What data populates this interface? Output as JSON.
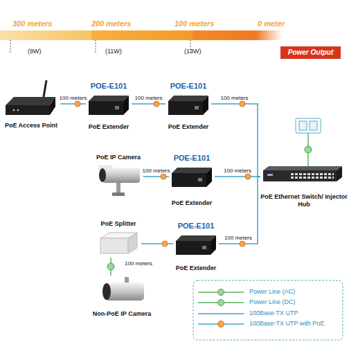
{
  "diagram": {
    "nodes": [
      {
        "text": [
          "Power Output"
        ]
      },
      {
        "text": [
          "PoE Access Point"
        ]
      },
      {
        "text": [
          "POE-E101",
          "PoE Extender"
        ]
      },
      {
        "text": [
          "POE-E101",
          "PoE Extender"
        ]
      },
      {
        "text": [
          "PoE IP Camera"
        ]
      },
      {
        "text": [
          "POE-E101",
          "PoE Extender"
        ]
      },
      {
        "text": [
          "PoE Ethernet Switch/ Injector Hub"
        ]
      },
      {
        "text": [
          "PoE Splitter"
        ]
      },
      {
        "text": [
          "POE-E101",
          "PoE Extender"
        ]
      },
      {
        "text": [
          "Non-PoE IP Camera"
        ]
      }
    ],
    "edges": [
      {
        "from": 1,
        "to": 2,
        "arrow": "none",
        "label": "100 meters"
      },
      {
        "from": 2,
        "to": 3,
        "arrow": "none",
        "label": "100 meters"
      },
      {
        "from": 3,
        "to": 6,
        "arrow": "none",
        "label": "100 meters"
      },
      {
        "from": 4,
        "to": 5,
        "arrow": "none",
        "label": "100 meters"
      },
      {
        "from": 5,
        "to": 6,
        "arrow": "none",
        "label": "100 meters"
      },
      {
        "from": 7,
        "to": 8,
        "arrow": "none",
        "label": "100 meters"
      },
      {
        "from": 8,
        "to": 6,
        "arrow": "none",
        "label": "100 meters"
      },
      {
        "from": 7,
        "to": 9,
        "arrow": "none"
      }
    ],
    "labels": [
      "300 meters",
      "200 meters",
      "100 meters",
      "0 meter",
      "(9W)",
      "(11W)",
      "(13W)"
    ],
    "legend": [
      {
        "text": "Power Line (AC)"
      },
      {
        "text": "Power Line (DC)"
      },
      {
        "text": "100Base-TX UTP"
      },
      {
        "text": "100Base-TX UTP with PoE"
      }
    ]
  }
}
